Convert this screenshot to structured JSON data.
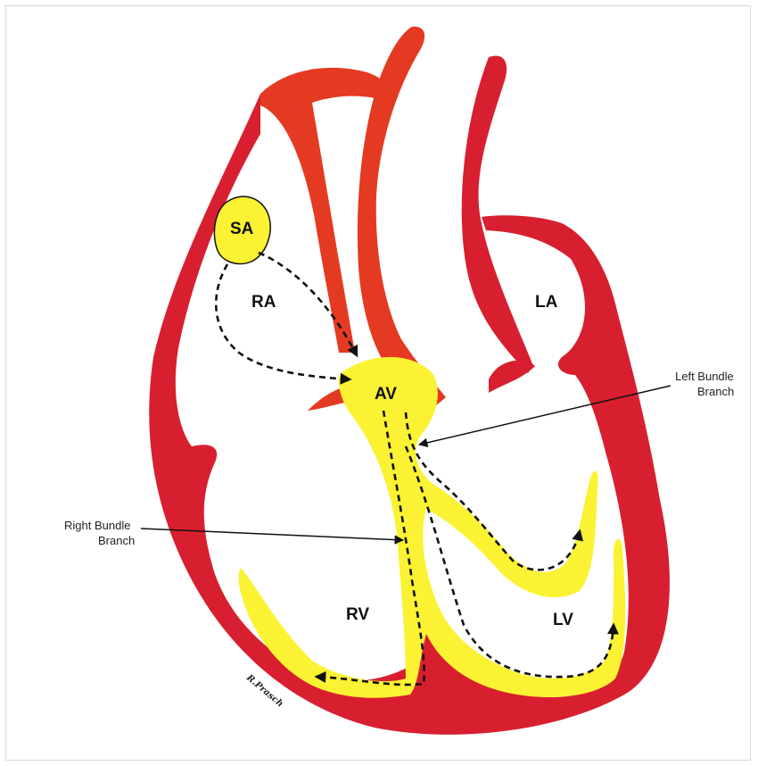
{
  "labels": {
    "sa": "SA",
    "ra": "RA",
    "la": "LA",
    "av": "AV",
    "rv": "RV",
    "lv": "LV"
  },
  "annotations": {
    "left_bundle_line1": "Left Bundle",
    "left_bundle_line2": "Branch",
    "right_bundle_line1": "Right Bundle",
    "right_bundle_line2": "Branch"
  },
  "signature": "R.Prasch",
  "colors": {
    "myocardium": "#d81f2f",
    "vessel": "#e43a22",
    "conduction": "#fbf233",
    "outline": "#111111",
    "background": "#ffffff"
  }
}
